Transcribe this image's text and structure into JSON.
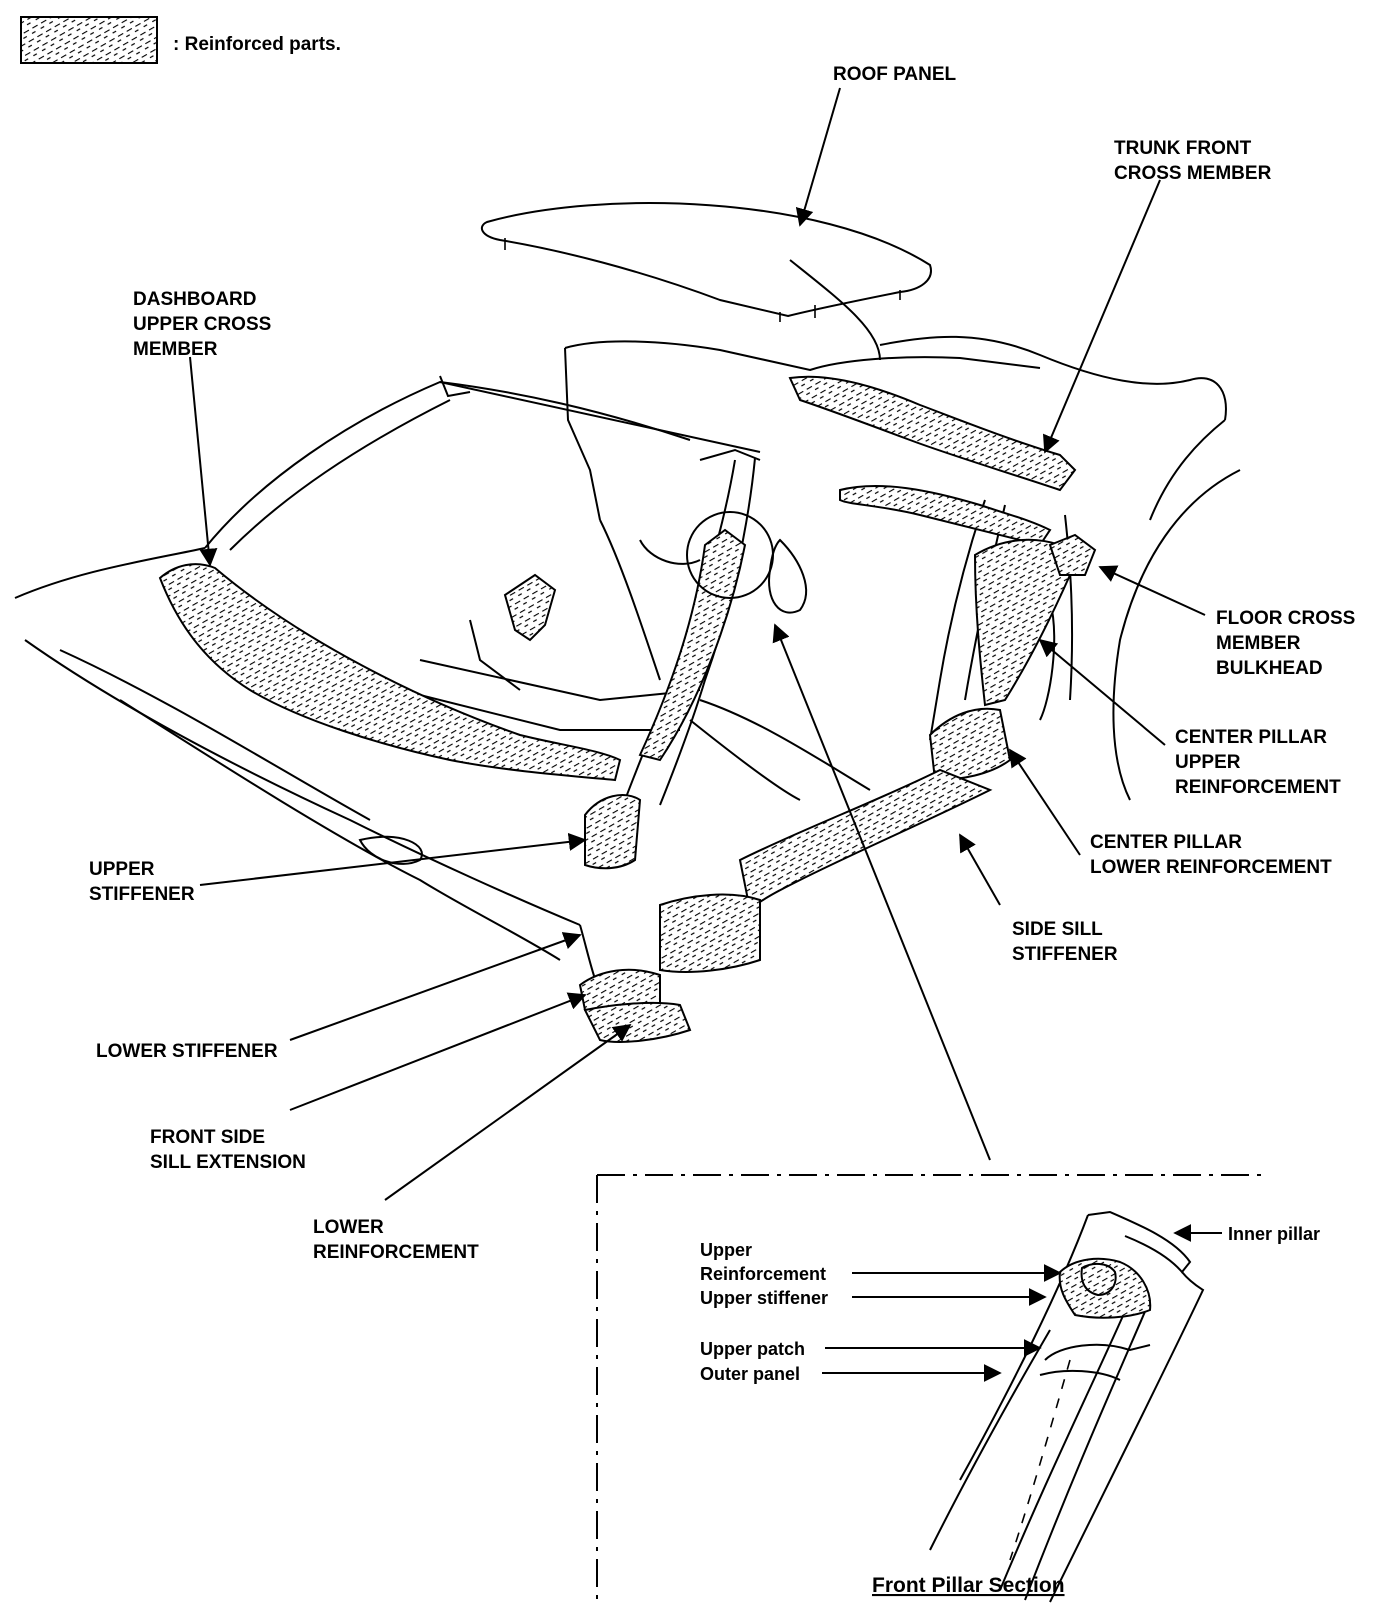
{
  "legend": {
    "text": ": Reinforced parts."
  },
  "labels": {
    "roof_panel": [
      "ROOF PANEL"
    ],
    "trunk_front_cross_member": [
      "TRUNK FRONT",
      "CROSS MEMBER"
    ],
    "dashboard_upper_cross_member": [
      "DASHBOARD",
      "UPPER CROSS",
      "MEMBER"
    ],
    "floor_cross_member_bulkhead": [
      "FLOOR CROSS",
      "MEMBER",
      "BULKHEAD"
    ],
    "center_pillar_upper_reinforcement": [
      "CENTER PILLAR",
      "UPPER",
      "REINFORCEMENT"
    ],
    "center_pillar_lower_reinforcement": [
      "CENTER PILLAR",
      "LOWER REINFORCEMENT"
    ],
    "upper_stiffener": [
      "UPPER",
      "STIFFENER"
    ],
    "side_sill_stiffener": [
      "SIDE SILL",
      "STIFFENER"
    ],
    "lower_stiffener": [
      "LOWER STIFFENER"
    ],
    "front_side_sill_extension": [
      "FRONT SIDE",
      "SILL EXTENSION"
    ],
    "lower_reinforcement": [
      "LOWER",
      "REINFORCEMENT"
    ]
  },
  "inset": {
    "title": "Front Pillar Section",
    "labels": {
      "inner_pillar": "Inner pillar",
      "upper_reinforcement": [
        "Upper",
        "Reinforcement"
      ],
      "upper_stiffener": "Upper stiffener",
      "upper_patch": "Upper patch",
      "outer_panel": "Outer panel"
    }
  }
}
